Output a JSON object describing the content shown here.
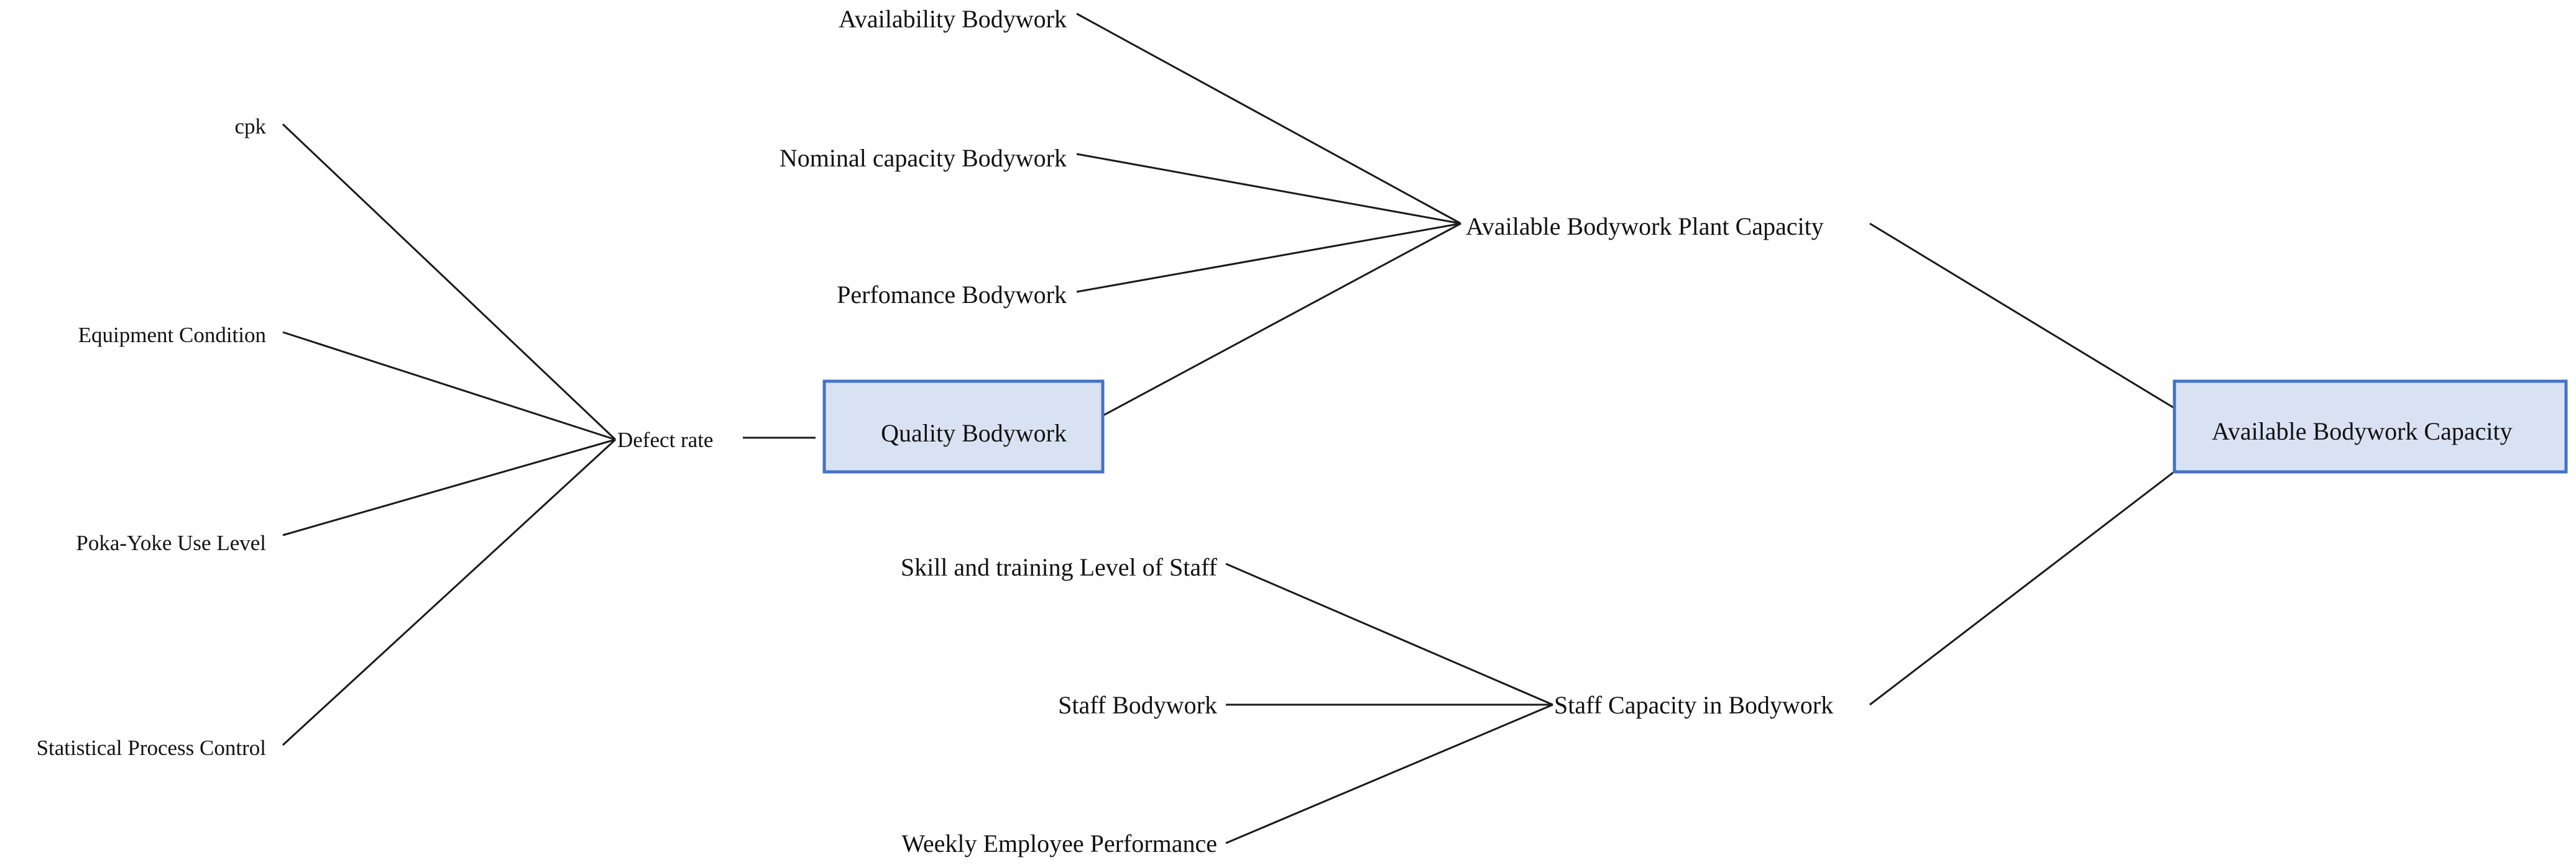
{
  "nodes": {
    "cpk": "cpk",
    "equipment_condition": "Equipment Condition",
    "poka_yoke": "Poka-Yoke Use Level",
    "spc": "Statistical Process Control",
    "defect_rate": "Defect rate",
    "availability_bodywork": "Availability Bodywork",
    "nominal_capacity_bodywork": "Nominal capacity Bodywork",
    "performance_bodywork": "Perfomance Bodywork",
    "quality_bodywork": "Quality Bodywork",
    "skill_training": "Skill and training Level of Staff",
    "staff_bodywork": "Staff Bodywork",
    "weekly_performance": "Weekly Employee Performance",
    "available_plant_capacity": "Available Bodywork Plant Capacity",
    "staff_capacity": "Staff Capacity in Bodywork",
    "available_capacity": "Available Bodywork Capacity"
  },
  "colors": {
    "highlight_fill": "#d9e2f3",
    "highlight_border": "#4472c4",
    "edge": "#1a1a1a"
  }
}
